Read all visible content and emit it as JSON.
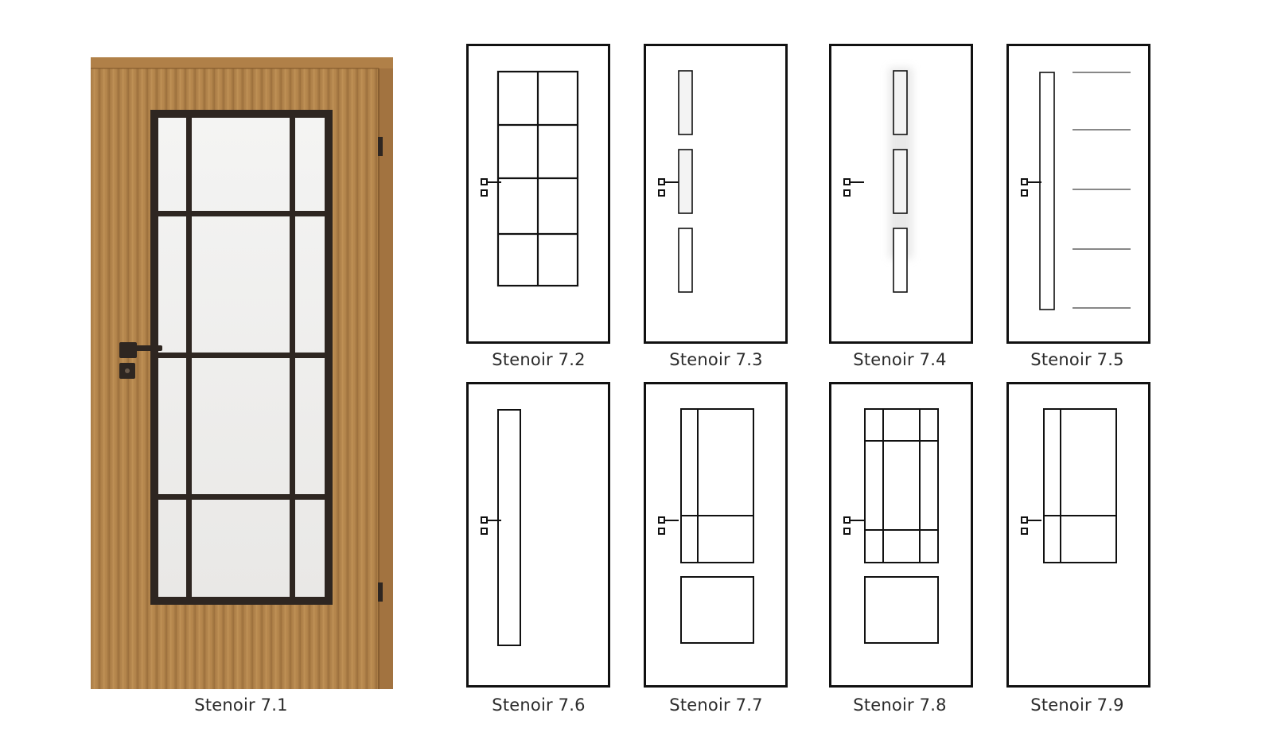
{
  "main_door": {
    "label": "Stenoir 7.1",
    "wood_color": "#b98a4e",
    "frame_color": "#2e2621",
    "glass_color": "#f0efed"
  },
  "variants": [
    {
      "id": "7.2",
      "label": "Stenoir 7.2",
      "style": "grid-2x4"
    },
    {
      "id": "7.3",
      "label": "Stenoir 7.3",
      "style": "three-slots-center"
    },
    {
      "id": "7.4",
      "label": "Stenoir 7.4",
      "style": "three-slots-center-shadow"
    },
    {
      "id": "7.5",
      "label": "Stenoir 7.5",
      "style": "strip-with-lines"
    },
    {
      "id": "7.6",
      "label": "Stenoir 7.6",
      "style": "long-strip"
    },
    {
      "id": "7.7",
      "label": "Stenoir 7.7",
      "style": "panel-grid-with-bottom-panel"
    },
    {
      "id": "7.8",
      "label": "Stenoir 7.8",
      "style": "grid-3col-with-bottom-panel"
    },
    {
      "id": "7.9",
      "label": "Stenoir 7.9",
      "style": "panel-top-only"
    }
  ],
  "colors": {
    "line": "#111111",
    "label_text": "#2b2b2b"
  }
}
